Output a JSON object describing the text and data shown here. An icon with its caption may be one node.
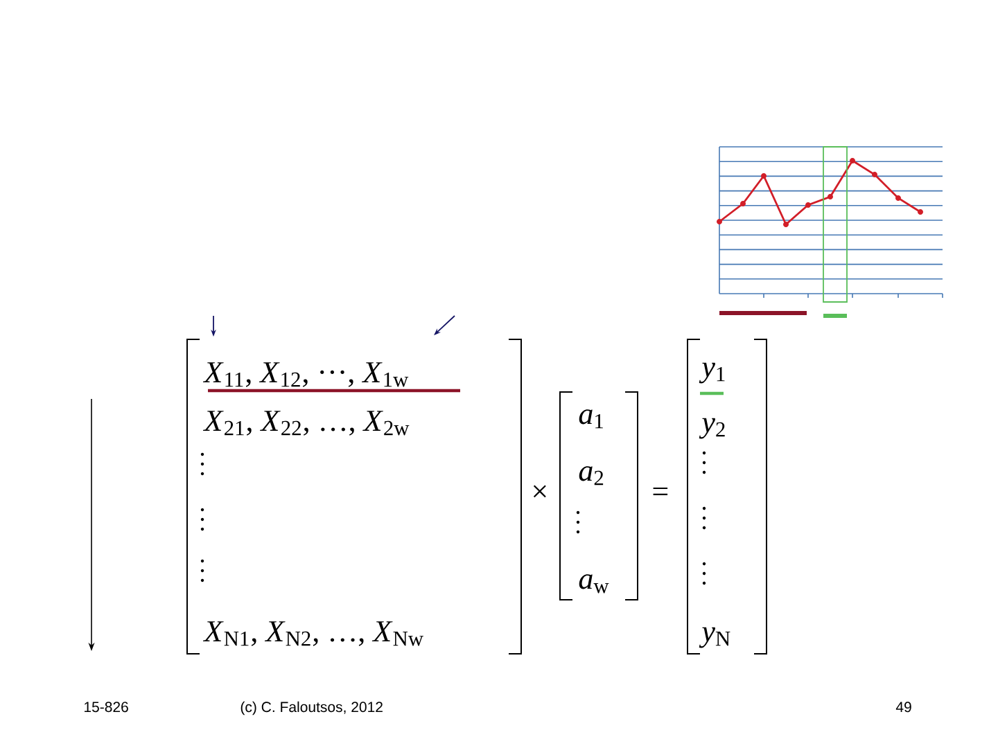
{
  "diagram": {
    "labels": [
      "*X*$_{11}$, *X*$_{12}$, ···, *X*$_{1w}$",
      "*X*$_{21}$, *X*$_{22}$, …, *X*$_{2w}$",
      "*X*$_{N1}$, *X*$_{N2}$, …, *X*$_{Nw}$",
      "×",
      "*a*$_{1}$",
      "*a*$_{2}$",
      "*a*$_{w}$",
      "=",
      "*y*$_{1}$",
      "*y*$_{2}$",
      "*y*$_{N}$",
      "15-826",
      "(c) C. Faloutsos, 2012",
      "49"
    ]
  }
}
